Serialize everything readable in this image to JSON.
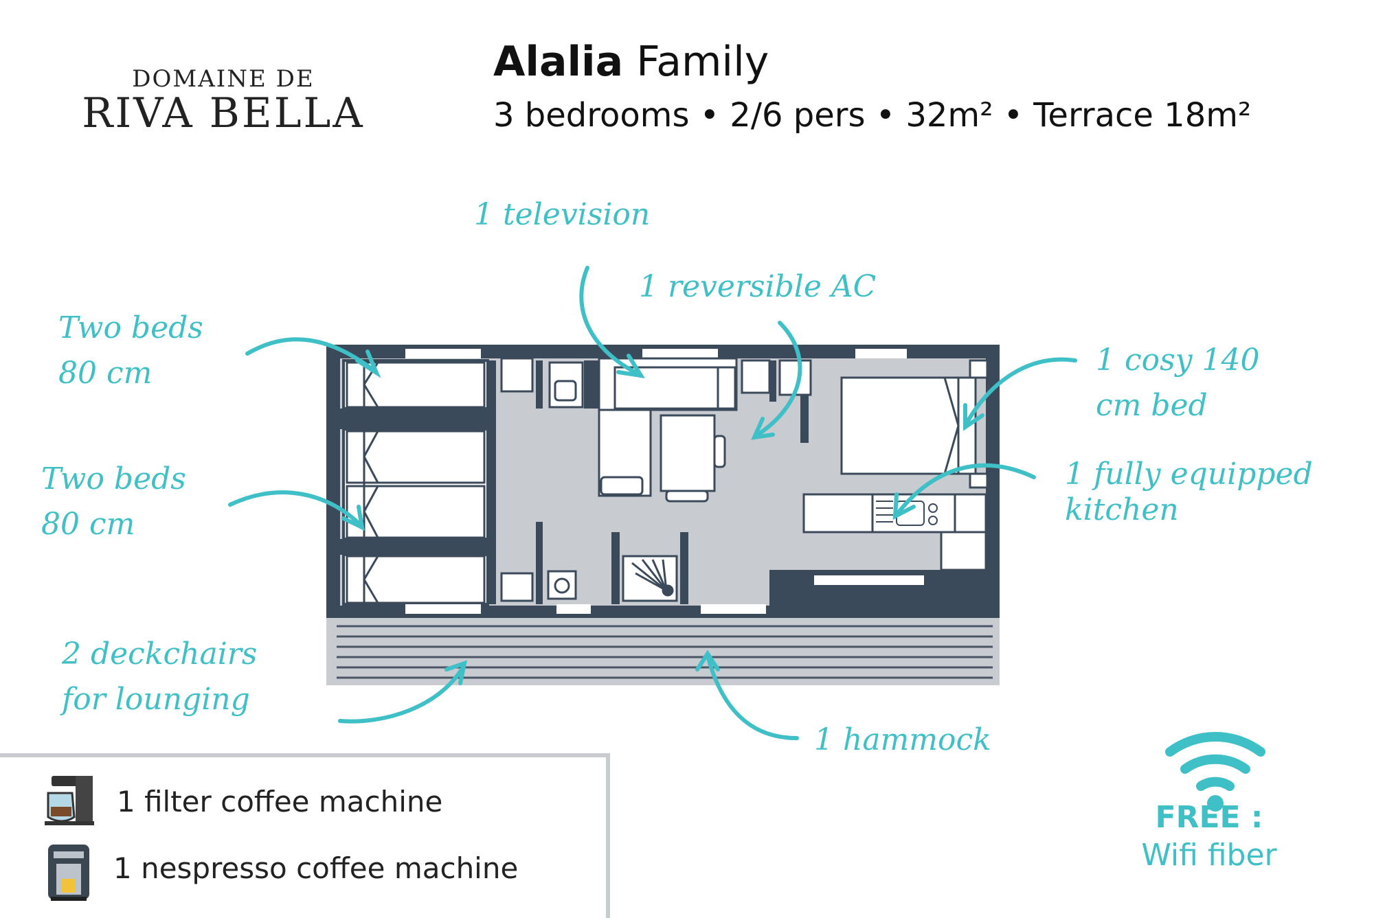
{
  "logo": {
    "line1": "DOMAINE DE",
    "line2": "RIVA BELLA"
  },
  "header": {
    "title_bold": "Alalia",
    "title_rest": " Family",
    "subtitle": "3 bedrooms • 2/6 pers •  32m² • Terrace 18m²"
  },
  "annotations": {
    "television": "1 television",
    "ac": "1 reversible AC",
    "beds_top": [
      "Two beds",
      "80 cm"
    ],
    "beds_mid": [
      "Two beds",
      "80 cm"
    ],
    "cosy_bed": [
      "1 cosy 140",
      "cm bed"
    ],
    "kitchen": [
      "1 fully equipped",
      "kitchen"
    ],
    "deckchairs": [
      "2 deckchairs",
      "for lounging"
    ],
    "hammock": "1 hammock"
  },
  "amenities": {
    "filter_coffee": "1 filter coffee machine",
    "nespresso": "1 nespresso coffee machine"
  },
  "wifi": {
    "free": "FREE :",
    "label": "Wifi fiber"
  },
  "colors": {
    "accent": "#3fbfc6",
    "wall": "#3b4a5a",
    "floor": "#c8cbd0",
    "text": "#111111"
  }
}
